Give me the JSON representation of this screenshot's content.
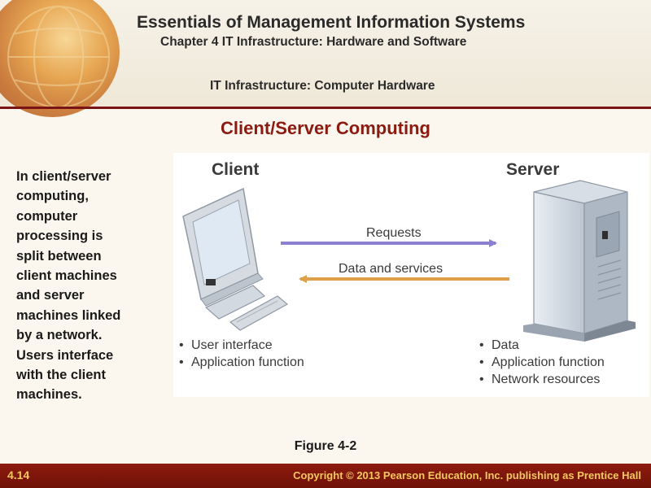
{
  "header": {
    "title": "Essentials of Management Information Systems",
    "chapter": "Chapter 4 IT Infrastructure: Hardware and Software",
    "section": "IT Infrastructure: Computer Hardware"
  },
  "slide": {
    "title": "Client/Server Computing",
    "body_lines": [
      "In client/server",
      "computing,",
      "computer",
      "processing is",
      "split between",
      "client machines",
      "and server",
      "machines linked",
      "by a network.",
      "Users interface",
      "with the client",
      "machines."
    ],
    "figure_label": "Figure 4-2"
  },
  "diagram": {
    "client_label": "Client",
    "server_label": "Server",
    "requests_label": "Requests",
    "data_services_label": "Data and services",
    "client_bullets": [
      "User interface",
      "Application function"
    ],
    "server_bullets": [
      "Data",
      "Application function",
      "Network resources"
    ],
    "colors": {
      "requests_arrow": "#8a7fd0",
      "data_arrow": "#e0a04a"
    }
  },
  "footer": {
    "page_number": "4.14",
    "copyright": "Copyright © 2013 Pearson Education, Inc. publishing as Prentice Hall"
  }
}
